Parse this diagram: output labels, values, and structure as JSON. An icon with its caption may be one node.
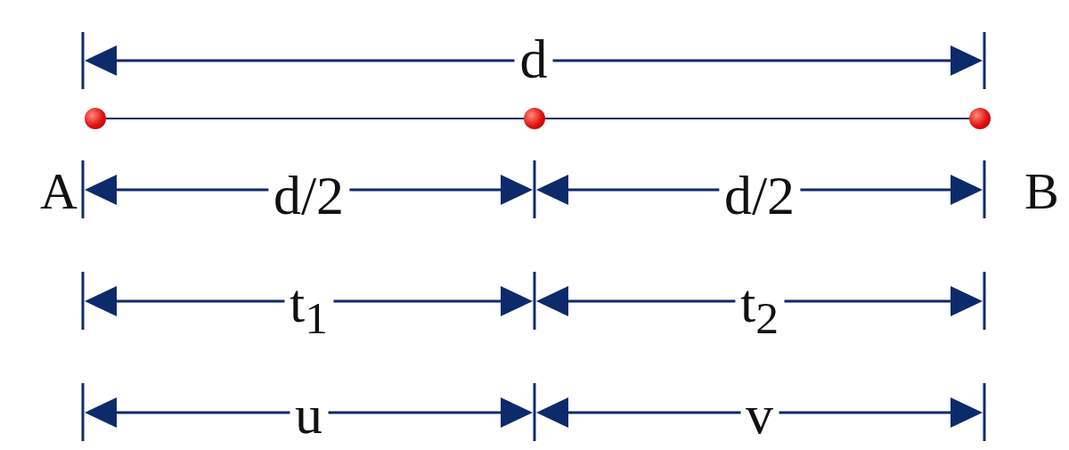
{
  "diagram": {
    "nodes": [
      {
        "text": [],
        "shape": "circle",
        "beside": [
          "A"
        ]
      },
      {
        "text": [],
        "shape": "circle"
      },
      {
        "text": [],
        "shape": "circle",
        "beside": [
          "B"
        ]
      }
    ],
    "edges": [
      {
        "from": 0,
        "to": 1,
        "arrow": "none"
      },
      {
        "from": 1,
        "to": 2,
        "arrow": "none"
      }
    ],
    "labels": [
      "d",
      "d/2",
      "d/2",
      "t$_{1}$",
      "t$_{2}$",
      "u",
      "v"
    ]
  }
}
